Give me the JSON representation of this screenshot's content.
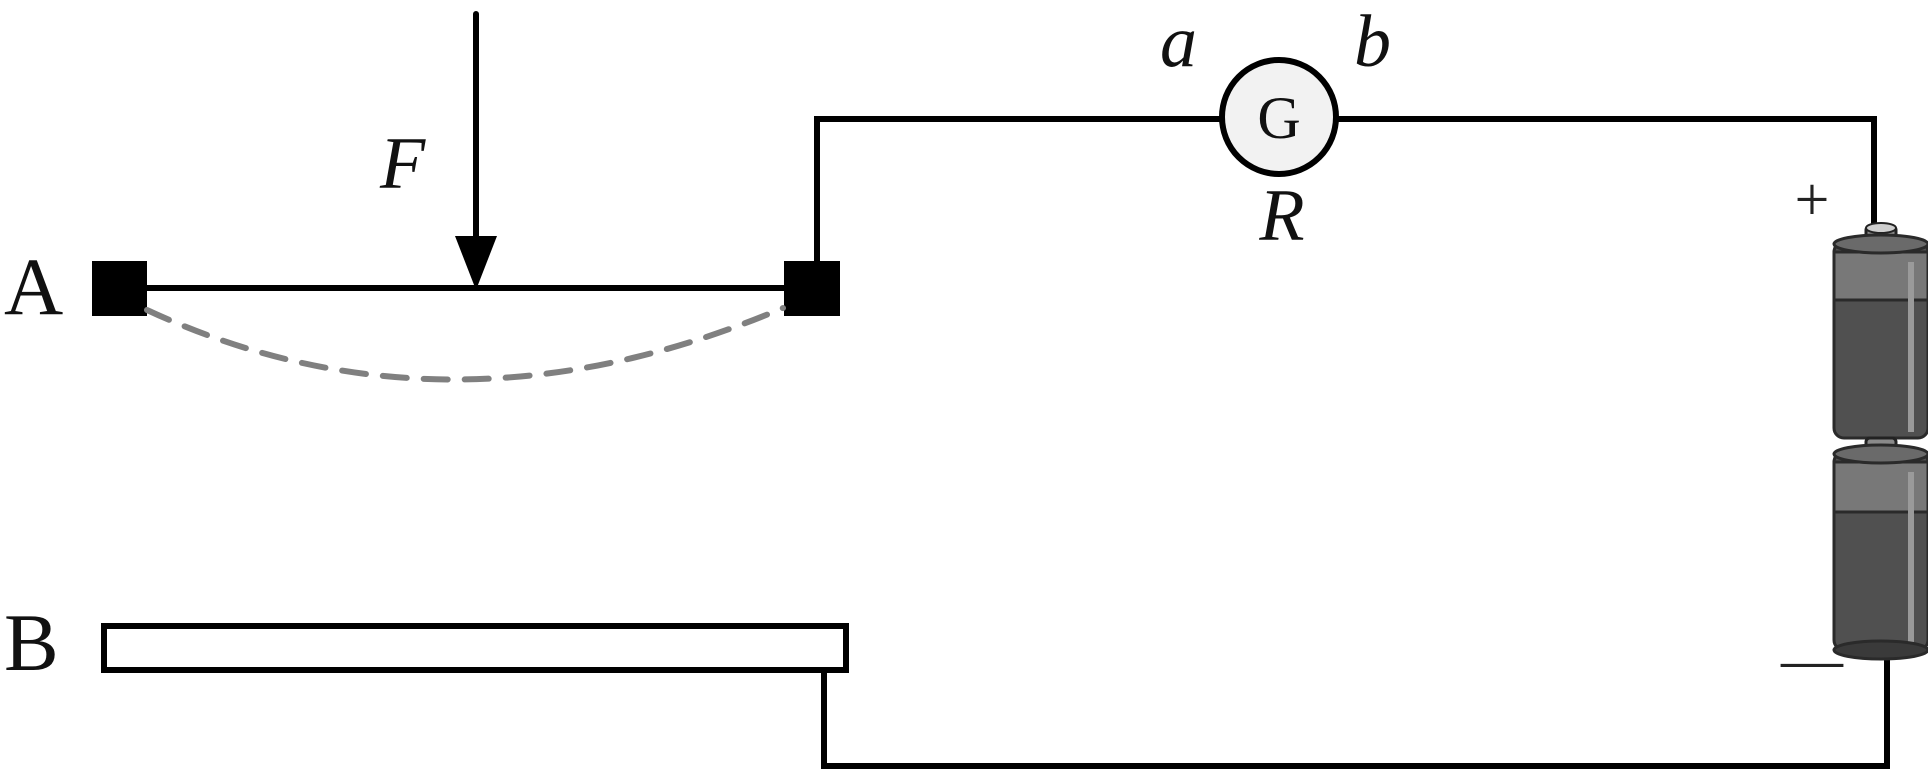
{
  "labels": {
    "plate_A": "A",
    "plate_B": "B",
    "force": "F",
    "terminal_a": "a",
    "terminal_b": "b",
    "resistor": "R",
    "galvanometer": "G",
    "positive": "+",
    "negative": "—"
  },
  "colors": {
    "line": "#000000",
    "dashed_deflection": "#808080",
    "galvanometer_fill": "#f2f2f2",
    "battery_body": "#505050",
    "battery_band": "#787878",
    "battery_highlight": "#9a9a9a"
  },
  "icons": {
    "battery": "battery-icon",
    "galvanometer": "galvanometer-icon",
    "force_arrow": "arrow-down-icon"
  }
}
